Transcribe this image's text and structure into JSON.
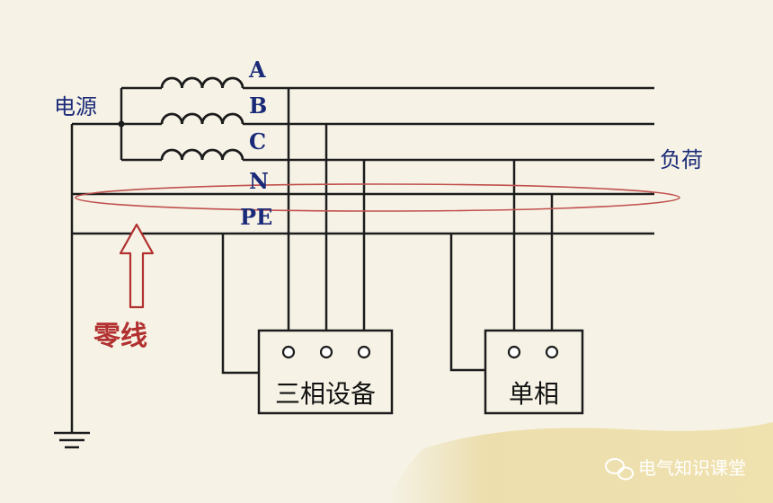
{
  "labels": {
    "source": "电源",
    "load": "负荷",
    "phase_a": "A",
    "phase_b": "B",
    "phase_c": "C",
    "neutral": "N",
    "protective_earth": "PE",
    "neutral_callout": "零线",
    "three_phase_device": "三相设备",
    "single_phase_device": "单相"
  },
  "watermark": {
    "text": "电气知识课堂"
  },
  "colors": {
    "wire": "#1c1c1c",
    "label_blue": "#1a2a78",
    "callout_red": "#b23030",
    "background": "#f6f3e6"
  }
}
